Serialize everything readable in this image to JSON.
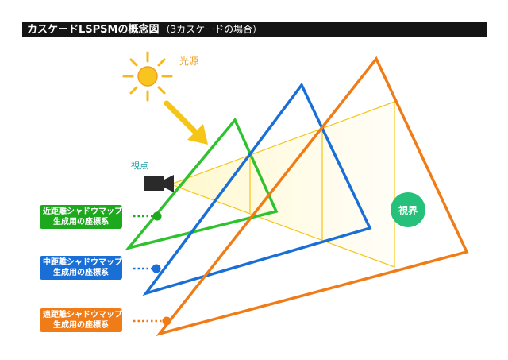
{
  "title": {
    "main": "カスケードLSPSMの概念図",
    "sub": "（3カスケードの場合）"
  },
  "labels": {
    "light_source": "光源",
    "viewpoint": "視点",
    "view_frustum": "視界"
  },
  "cascades": [
    {
      "line1": "近距離シャドウマップ",
      "line2": "生成用の座標系",
      "color": "#1ea81e"
    },
    {
      "line1": "中距離シャドウマップ",
      "line2": "生成用の座標系",
      "color": "#1a6fd6"
    },
    {
      "line1": "遠距離シャドウマップ",
      "line2": "生成用の座標系",
      "color": "#f07c18"
    }
  ],
  "colors": {
    "frustum": "#f5c518",
    "sun": "#f5b820",
    "camera": "#2a2a2a"
  },
  "icons": [
    "sun-icon",
    "arrow-icon",
    "camera-icon"
  ]
}
